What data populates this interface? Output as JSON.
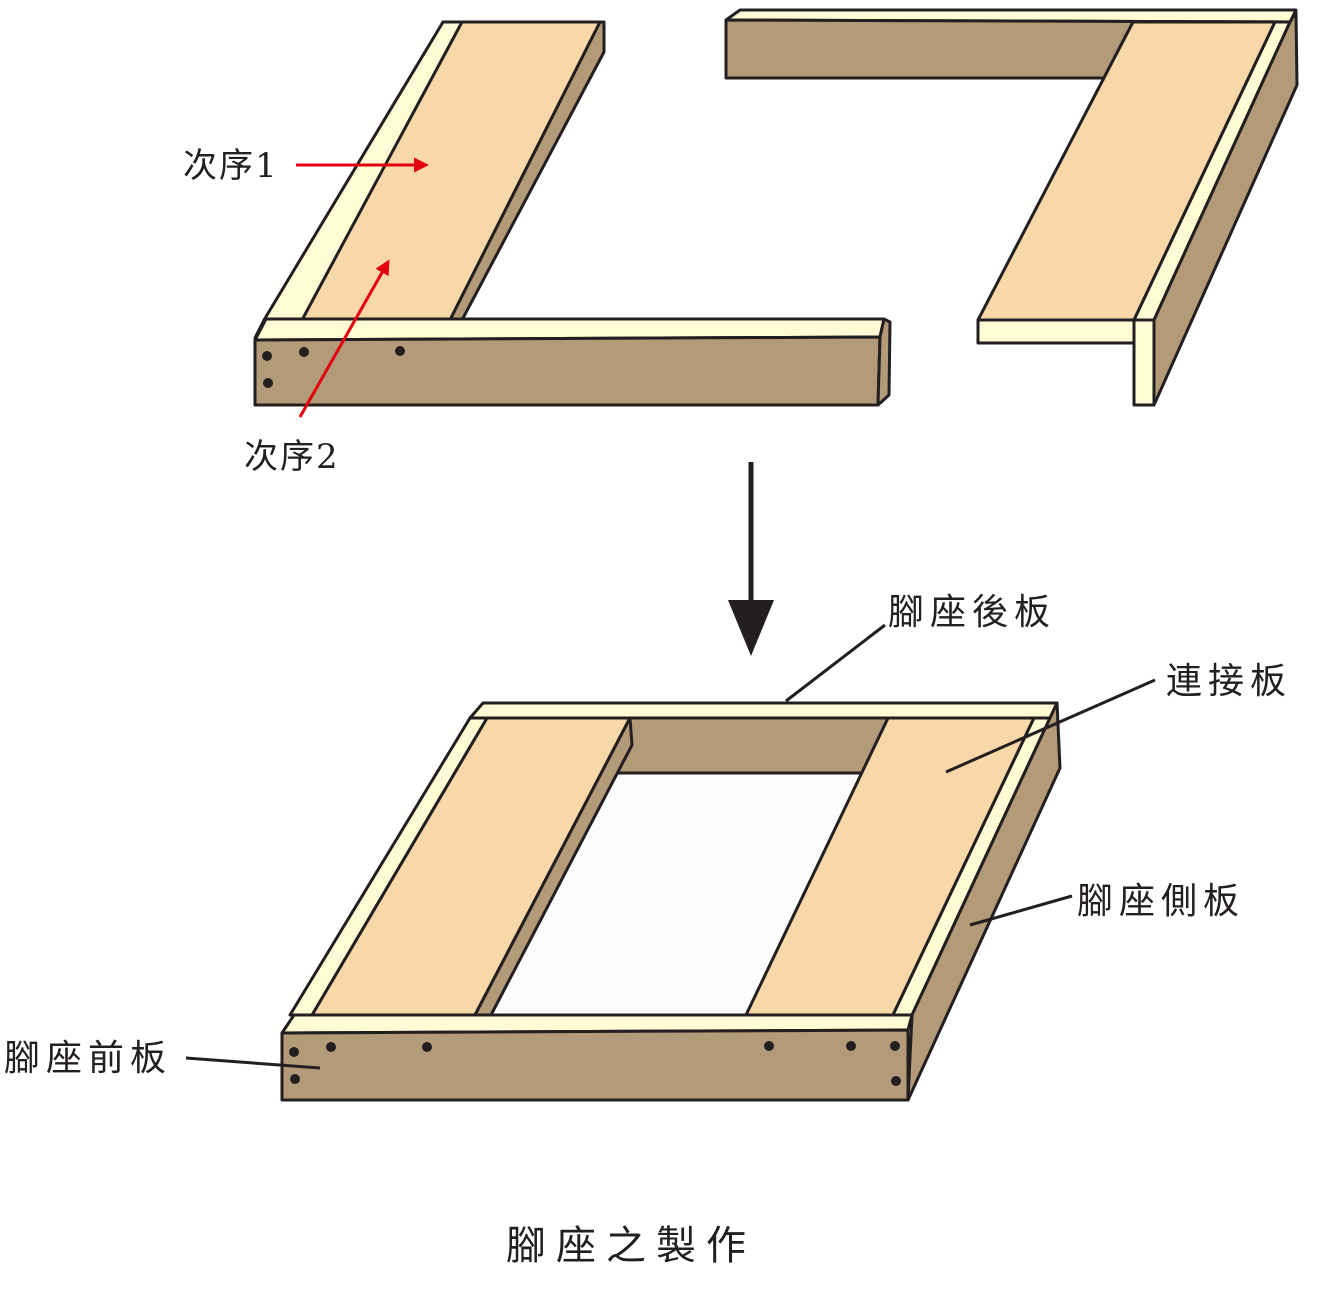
{
  "labels": {
    "step1": "次序1",
    "step2": "次序2",
    "back_board": "腳座後板",
    "connecting_board": "連接板",
    "side_board": "腳座側板",
    "front_board": "腳座前板",
    "caption": "腳座之製作"
  },
  "colors": {
    "board_face": "#f8d7a8",
    "board_edge": "#fffbd5",
    "board_side": "#b39a78",
    "hole": "#231f20",
    "annotation_arrow": "#e3000f",
    "outline": "#231f20"
  }
}
